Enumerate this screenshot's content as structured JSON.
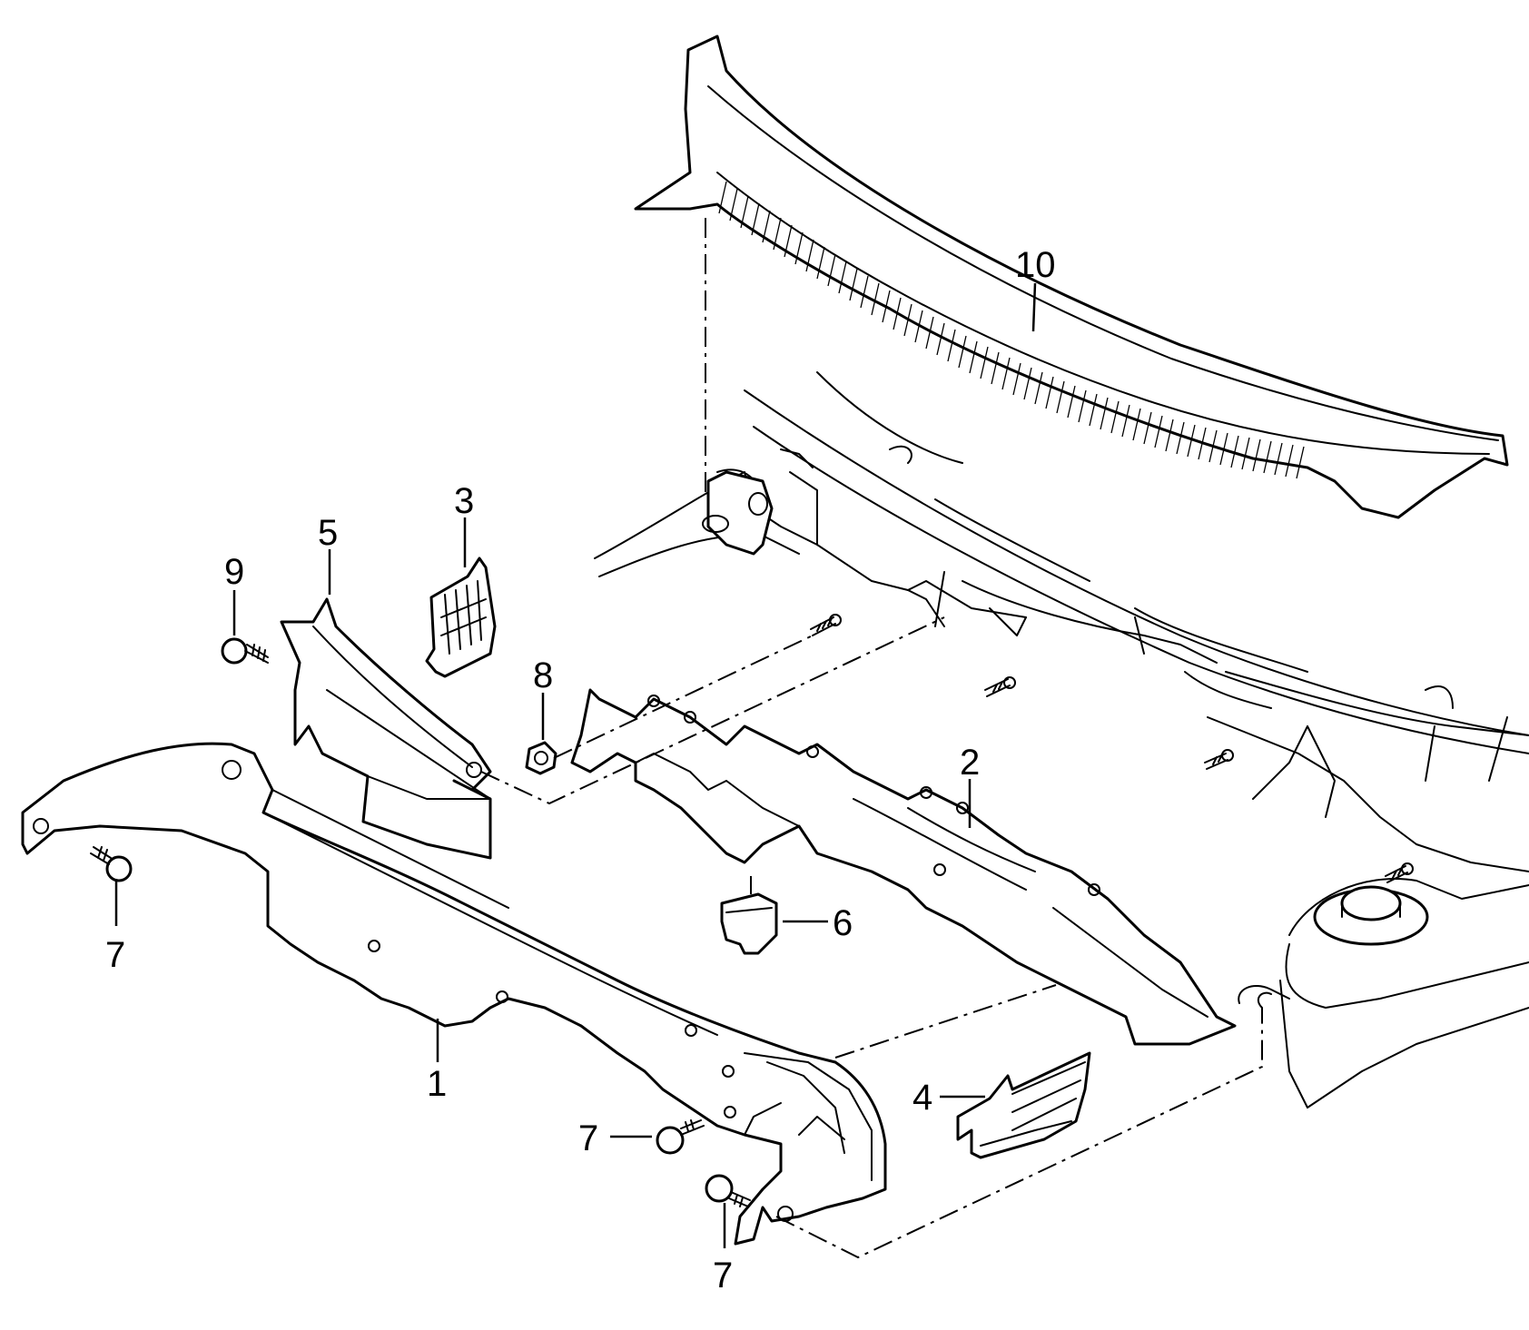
{
  "callouts": {
    "c10": "10",
    "c3": "3",
    "c5": "5",
    "c9": "9",
    "c8": "8",
    "c2": "2",
    "c6": "6",
    "c7a": "7",
    "c1": "1",
    "c4": "4",
    "c7b": "7",
    "c7c": "7"
  },
  "line_color": "#000000",
  "background": "#ffffff"
}
